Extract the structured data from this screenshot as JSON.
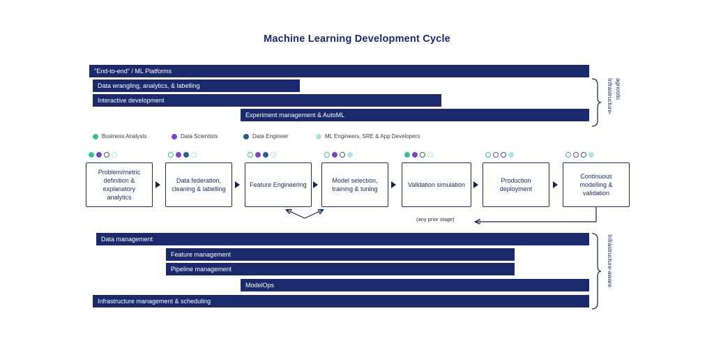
{
  "title": "Machine Learning Development Cycle",
  "colors": {
    "navy": "#1a2a6c",
    "green": "#37c391",
    "purple": "#7b45c9",
    "blue": "#2d5f8c",
    "cyan": "#a9e6e3"
  },
  "top_bars": [
    {
      "label": "\"End-to-end\" / ML Platforms"
    },
    {
      "label": "Data wrangling, analytics, & labelling"
    },
    {
      "label": "Interactive development"
    },
    {
      "label": "Experiment management & AutoML"
    }
  ],
  "top_bracket_label": "Infrastructure-agnostic",
  "legend": [
    {
      "label": "Business Analysts",
      "color": "green"
    },
    {
      "label": "Data Scientists",
      "color": "purple"
    },
    {
      "label": "Data Engineer",
      "color": "blue"
    },
    {
      "label": "ML Engineers, SRE & App Developers",
      "color": "cyan"
    }
  ],
  "stages": [
    {
      "label": "Problem/metric definition & explanatory analytics",
      "dots": [
        {
          "c": "green",
          "f": true
        },
        {
          "c": "purple",
          "f": true
        },
        {
          "c": "blue",
          "f": false
        },
        {
          "c": "cyan",
          "f": false
        }
      ]
    },
    {
      "label": "Data federation, cleaning & labelling",
      "dots": [
        {
          "c": "green",
          "f": false
        },
        {
          "c": "purple",
          "f": true
        },
        {
          "c": "blue",
          "f": true
        },
        {
          "c": "cyan",
          "f": false
        }
      ]
    },
    {
      "label": "Feature Engineering",
      "dots": [
        {
          "c": "green",
          "f": false
        },
        {
          "c": "purple",
          "f": true
        },
        {
          "c": "blue",
          "f": true
        },
        {
          "c": "cyan",
          "f": false
        }
      ]
    },
    {
      "label": "Model selection, training & tuning",
      "dots": [
        {
          "c": "green",
          "f": false
        },
        {
          "c": "purple",
          "f": true
        },
        {
          "c": "blue",
          "f": false
        },
        {
          "c": "cyan",
          "f": true
        }
      ]
    },
    {
      "label": "Validation simulation",
      "dots": [
        {
          "c": "green",
          "f": true
        },
        {
          "c": "purple",
          "f": true
        },
        {
          "c": "blue",
          "f": false
        },
        {
          "c": "cyan",
          "f": false
        }
      ]
    },
    {
      "label": "Production deployment",
      "dots": [
        {
          "c": "green",
          "f": false
        },
        {
          "c": "purple",
          "f": false
        },
        {
          "c": "blue",
          "f": false
        },
        {
          "c": "cyan",
          "f": true
        }
      ]
    },
    {
      "label": "Continuous modelling & validation",
      "dots": [
        {
          "c": "green",
          "f": false
        },
        {
          "c": "purple",
          "f": false
        },
        {
          "c": "blue",
          "f": false
        },
        {
          "c": "cyan",
          "f": true
        }
      ]
    }
  ],
  "feedback_label": "(any prior stage)",
  "bottom_bars": [
    {
      "label": "Data management"
    },
    {
      "label": "Feature management"
    },
    {
      "label": "Pipeline management"
    },
    {
      "label": "ModelOps"
    },
    {
      "label": "Infrastructure management & scheduling"
    }
  ],
  "bottom_bracket_label": "Infrastructure-aware"
}
